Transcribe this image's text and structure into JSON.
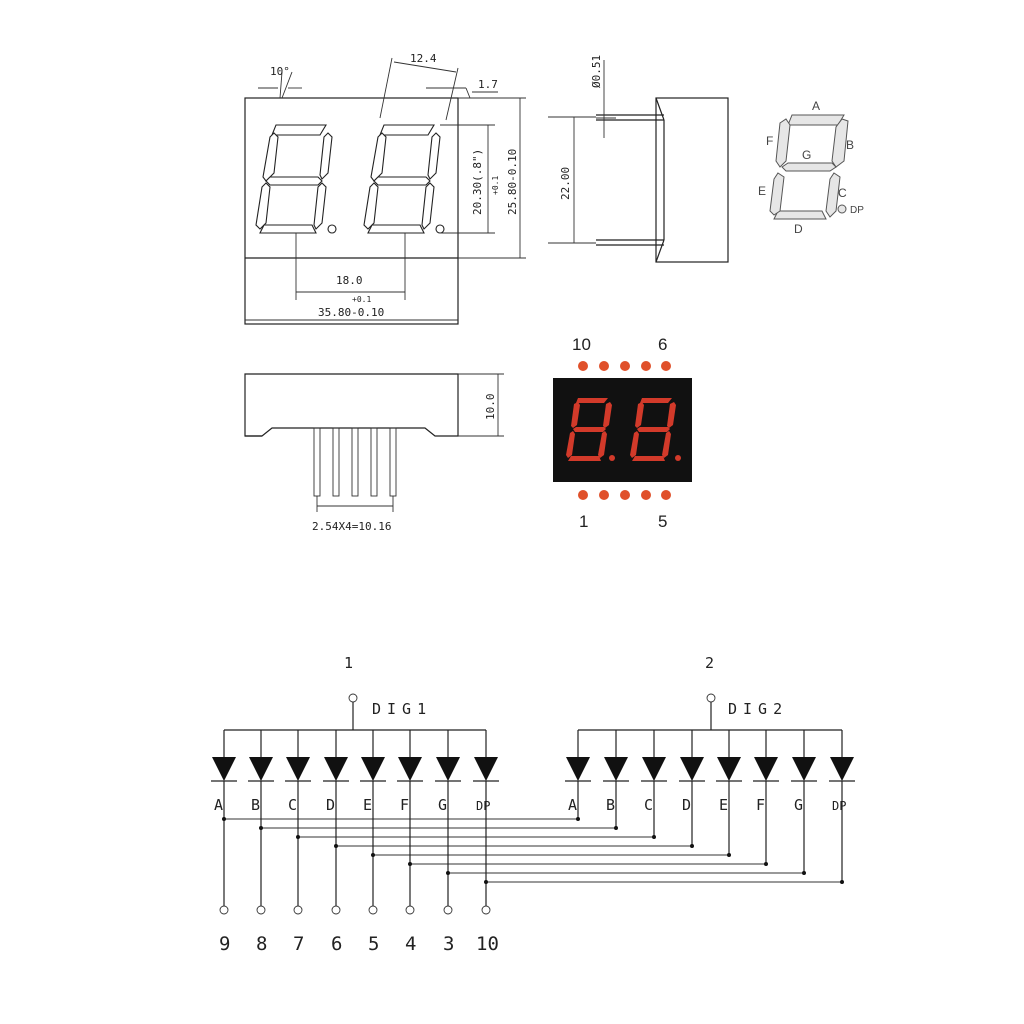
{
  "top_view": {
    "dim_angle": "10°",
    "dim_pitch_top": "12.4",
    "dim_dp_offset": "1.7",
    "dim_digit_height": "20.30(.8\")",
    "dim_height_tol": "+0.1",
    "dim_body_height": "25.80-0.10",
    "dim_digit_pitch": "18.0",
    "dim_width_tol": "+0.1",
    "dim_body_width": "35.80-0.10"
  },
  "side_view": {
    "dim_pin_dia": "Ø0.51",
    "dim_pin_length": "22.00"
  },
  "segment_legend": {
    "labels": {
      "a": "A",
      "b": "B",
      "c": "C",
      "d": "D",
      "e": "E",
      "f": "F",
      "g": "G",
      "dp": "DP"
    }
  },
  "bottom_view": {
    "dim_depth": "10.0",
    "dim_pin_pitch": "2.54X4=10.16"
  },
  "display_photo": {
    "pin_labels": {
      "top_left": "10",
      "top_right": "6",
      "bottom_left": "1",
      "bottom_right": "5"
    },
    "pin_color": "#e0502a",
    "segment_color": "#d23a2a",
    "body_color": "#111111"
  },
  "schematic": {
    "dig1": {
      "pin": "1",
      "label": "DIG1"
    },
    "dig2": {
      "pin": "2",
      "label": "DIG2"
    },
    "segments1": [
      "A",
      "B",
      "C",
      "D",
      "E",
      "F",
      "G",
      "DP"
    ],
    "segments2": [
      "A",
      "B",
      "C",
      "D",
      "E",
      "F",
      "G",
      "DP"
    ],
    "pins": [
      "9",
      "8",
      "7",
      "6",
      "5",
      "4",
      "3",
      "10"
    ]
  }
}
